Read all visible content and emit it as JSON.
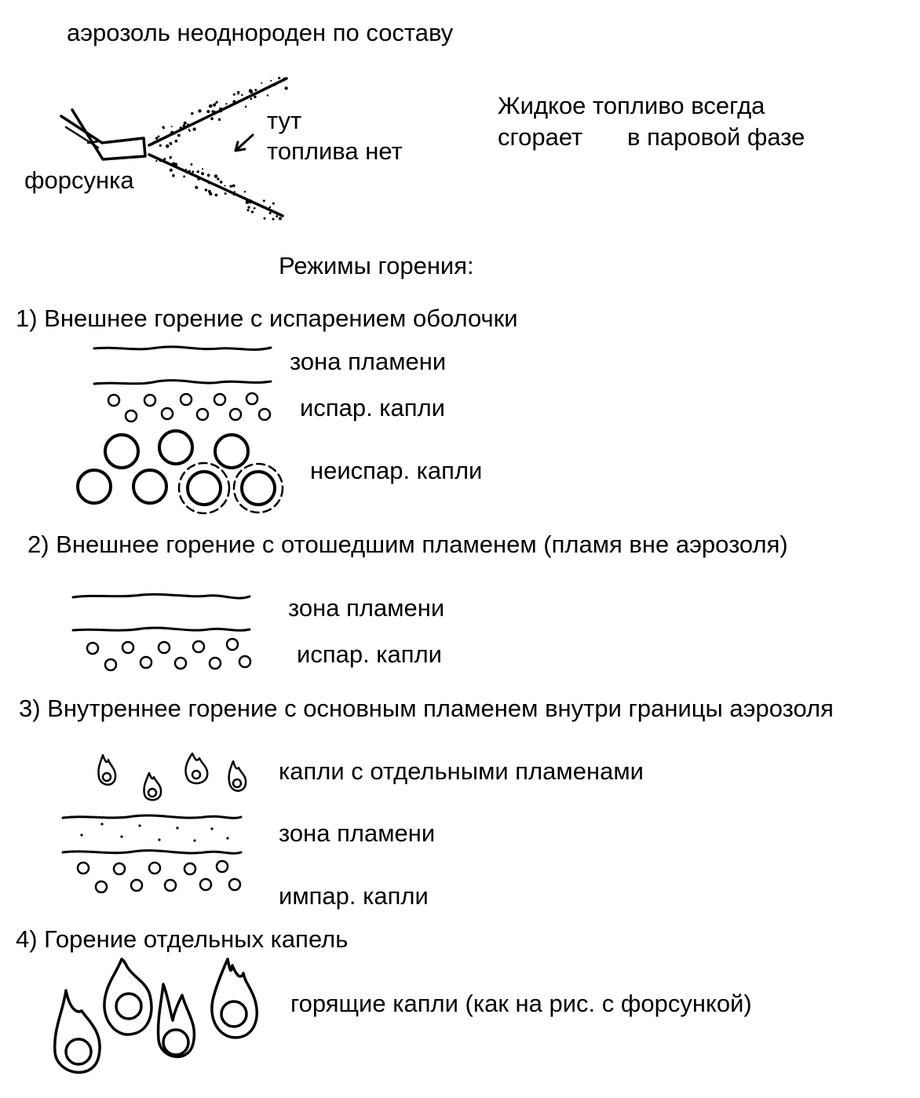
{
  "header": {
    "aerosol_note": "аэрозоль неоднороден по составу"
  },
  "injector": {
    "label": "форсунка",
    "no_fuel_line1": "тут",
    "no_fuel_line2": "топлива нет"
  },
  "note": {
    "line1": "Жидкое топливо всегда",
    "line2_part1": "сгорает",
    "line2_part2": "в паровой фазе"
  },
  "modes_title": "Режимы горения:",
  "mode1": {
    "title": "1) Внешнее горение с испарением оболочки",
    "flame_zone": "зона пламени",
    "evap_drops": "испар. капли",
    "nonevap_drops": "неиспар. капли"
  },
  "mode2": {
    "title": "2) Внешнее горение с отошедшим пламенем (пламя вне аэрозоля)",
    "flame_zone": "зона пламени",
    "evap_drops": "испар. капли"
  },
  "mode3": {
    "title": "3) Внутреннее горение с основным пламенем внутри границы аэрозоля",
    "drops_flames": "капли с отдельными пламенами",
    "flame_zone": "зона пламени",
    "evap_drops": "импар. капли"
  },
  "mode4": {
    "title": "4) Горение отдельных капель",
    "burning_drops": "горящие капли (как на рис. с форсункой)"
  }
}
